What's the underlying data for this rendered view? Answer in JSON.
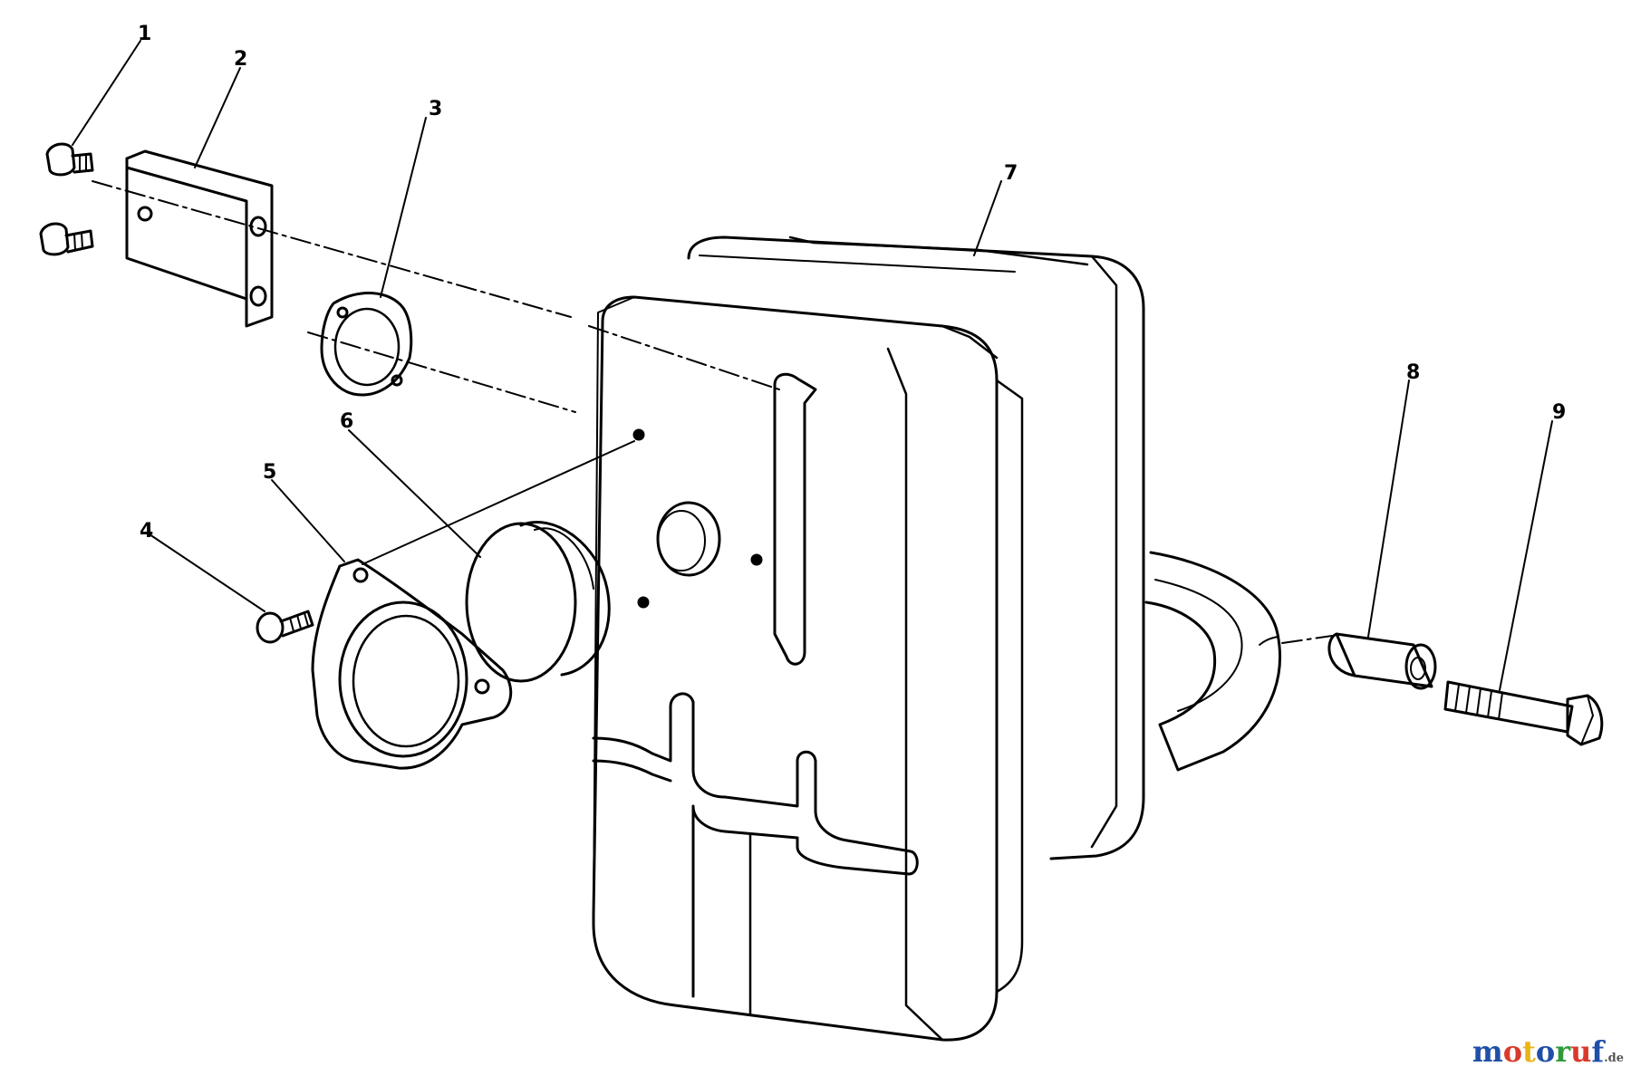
{
  "callouts": [
    {
      "id": "1",
      "label": "1"
    },
    {
      "id": "2",
      "label": "2"
    },
    {
      "id": "3",
      "label": "3"
    },
    {
      "id": "4",
      "label": "4"
    },
    {
      "id": "5",
      "label": "5"
    },
    {
      "id": "6",
      "label": "6"
    },
    {
      "id": "7",
      "label": "7"
    },
    {
      "id": "8",
      "label": "8"
    },
    {
      "id": "9",
      "label": "9"
    }
  ],
  "watermark": {
    "text": "motoruf",
    "domain": ".de",
    "colors": [
      "#1f4fa8",
      "#d93a2b",
      "#e9b416",
      "#1f4fa8",
      "#2e9a3c",
      "#d93a2b",
      "#1f4fa8"
    ]
  },
  "colors": {
    "line": "#000000",
    "paper": "#ffffff"
  }
}
